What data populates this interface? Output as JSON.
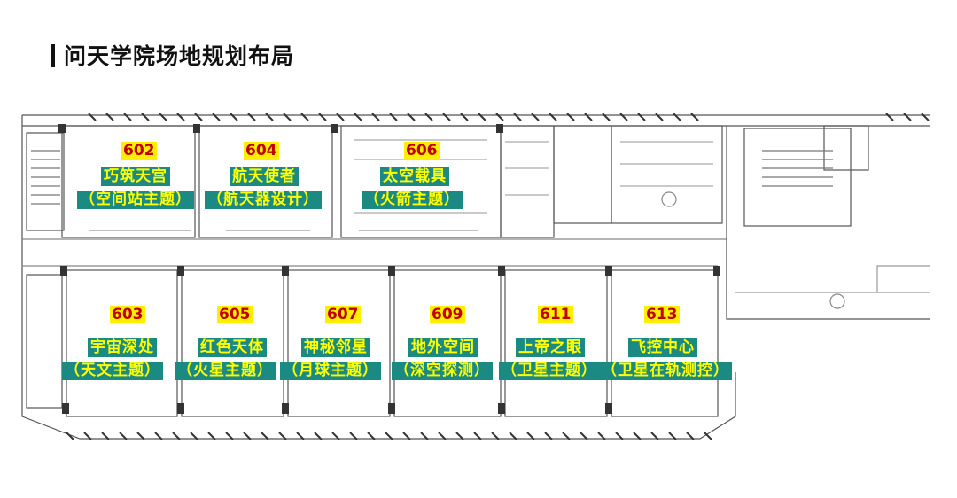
{
  "title": "问天学院场地规划布局",
  "rooms": [
    {
      "number": "602",
      "name": "巧筑天宫",
      "theme": "（空间站主题）"
    },
    {
      "number": "604",
      "name": "航天使者",
      "theme": "（航天器设计）"
    },
    {
      "number": "606",
      "name": "太空载具",
      "theme": "（火箭主题）"
    },
    {
      "number": "603",
      "name": "宇宙深处",
      "theme": "（天文主题）"
    },
    {
      "number": "605",
      "name": "红色天体",
      "theme": "（火星主题）"
    },
    {
      "number": "607",
      "name": "神秘邻星",
      "theme": "（月球主题）"
    },
    {
      "number": "609",
      "name": "地外空间",
      "theme": "（深空探测）"
    },
    {
      "number": "611",
      "name": "上帝之眼",
      "theme": "（卫星主题）"
    },
    {
      "number": "613",
      "name": "飞控中心",
      "theme": "（卫星在轨测控）"
    }
  ],
  "colors": {
    "label_bg": "#1a8a82",
    "label_text": "#ffff00",
    "number_bg": "#ffee00",
    "number_text": "#c00000"
  }
}
